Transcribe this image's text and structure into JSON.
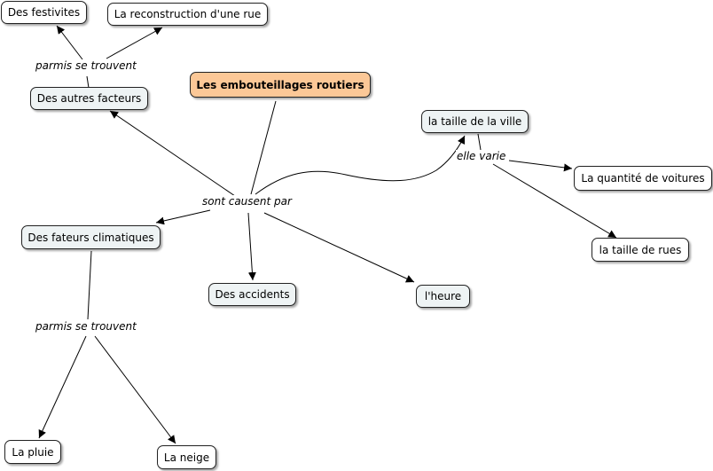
{
  "diagram": {
    "nodes": {
      "main": "Les embouteillages routiers",
      "festivites": "Des festivites",
      "reconstruction": "La reconstruction d'une rue",
      "autres_facteurs": "Des autres facteurs",
      "taille_ville": "la taille de la ville",
      "quantite_voitures": "La quantité de voitures",
      "taille_rues": "la taille de rues",
      "fateurs_climatiques": "Des fateurs climatiques",
      "accidents": "Des accidents",
      "heure": "l'heure",
      "pluie": "La pluie",
      "neige": "La neige"
    },
    "links": {
      "causes": "sont causent par",
      "parmis_top": "parmis se trouvent",
      "parmis_bottom": "parmis se trouvent",
      "elle_varie": "elle varie"
    }
  },
  "colors": {
    "main_fill": "#fcc897",
    "node_fill": "#ffffff",
    "tinted_fill": "#eef3f4",
    "stroke": "#000000"
  }
}
